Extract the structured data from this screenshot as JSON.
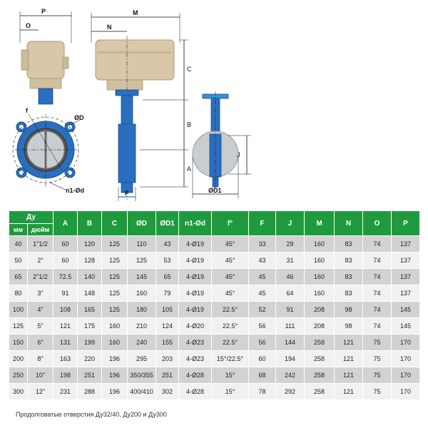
{
  "drawing": {
    "labels": {
      "P": "P",
      "O": "O",
      "M": "M",
      "N": "N",
      "C": "C",
      "B": "B",
      "A": "A",
      "F": "F",
      "J": "J",
      "OD": "ØD",
      "OD1": "ØD1",
      "n1d": "n1-Ød",
      "f": "f"
    },
    "colors": {
      "body": "#2a6fbf",
      "actuator": "#d8c8a8",
      "disc": "#c8cdd2",
      "flange": "#3a8fd6"
    }
  },
  "table": {
    "header": {
      "du": "Ду",
      "mm": "мм",
      "inch": "дюйм",
      "cols": [
        "A",
        "B",
        "C",
        "ØD",
        "ØD1",
        "n1-Ød",
        "f°",
        "F",
        "J",
        "M",
        "N",
        "O",
        "P"
      ]
    },
    "rows": [
      [
        "40",
        "1\"1/2",
        "60",
        "120",
        "125",
        "110",
        "43",
        "4-Ø19",
        "45°",
        "33",
        "29",
        "160",
        "83",
        "74",
        "137"
      ],
      [
        "50",
        "2\"",
        "60",
        "128",
        "125",
        "125",
        "53",
        "4-Ø19",
        "45°",
        "43",
        "31",
        "160",
        "83",
        "74",
        "137"
      ],
      [
        "65",
        "2\"1/2",
        "72.5",
        "140",
        "125",
        "145",
        "65",
        "4-Ø19",
        "45°",
        "45",
        "46",
        "160",
        "83",
        "74",
        "137"
      ],
      [
        "80",
        "3\"",
        "91",
        "148",
        "125",
        "160",
        "79",
        "4-Ø19",
        "45°",
        "45",
        "64",
        "160",
        "83",
        "74",
        "137"
      ],
      [
        "100",
        "4\"",
        "108",
        "165",
        "125",
        "180",
        "105",
        "4-Ø19",
        "22.5°",
        "52",
        "91",
        "208",
        "98",
        "74",
        "145"
      ],
      [
        "125",
        "5\"",
        "121",
        "175",
        "160",
        "210",
        "124",
        "4-Ø20",
        "22.5°",
        "56",
        "111",
        "208",
        "98",
        "74",
        "145"
      ],
      [
        "150",
        "6\"",
        "131",
        "199",
        "160",
        "240",
        "155",
        "4-Ø23",
        "22.5°",
        "56",
        "144",
        "258",
        "121",
        "75",
        "170"
      ],
      [
        "200",
        "8\"",
        "163",
        "220",
        "196",
        "295",
        "203",
        "4-Ø23",
        "15°/22.5°",
        "60",
        "194",
        "258",
        "121",
        "75",
        "170"
      ],
      [
        "250",
        "10\"",
        "198",
        "251",
        "196",
        "350/355",
        "251",
        "4-Ø28",
        "15°",
        "68",
        "242",
        "258",
        "121",
        "75",
        "170"
      ],
      [
        "300",
        "12\"",
        "231",
        "288",
        "196",
        "400/410",
        "302",
        "4-Ø28",
        "15°",
        "78",
        "292",
        "258",
        "121",
        "75",
        "170"
      ]
    ]
  },
  "note": "Продолговатые отверстия Ду32/40, Ду200 и Ду300"
}
